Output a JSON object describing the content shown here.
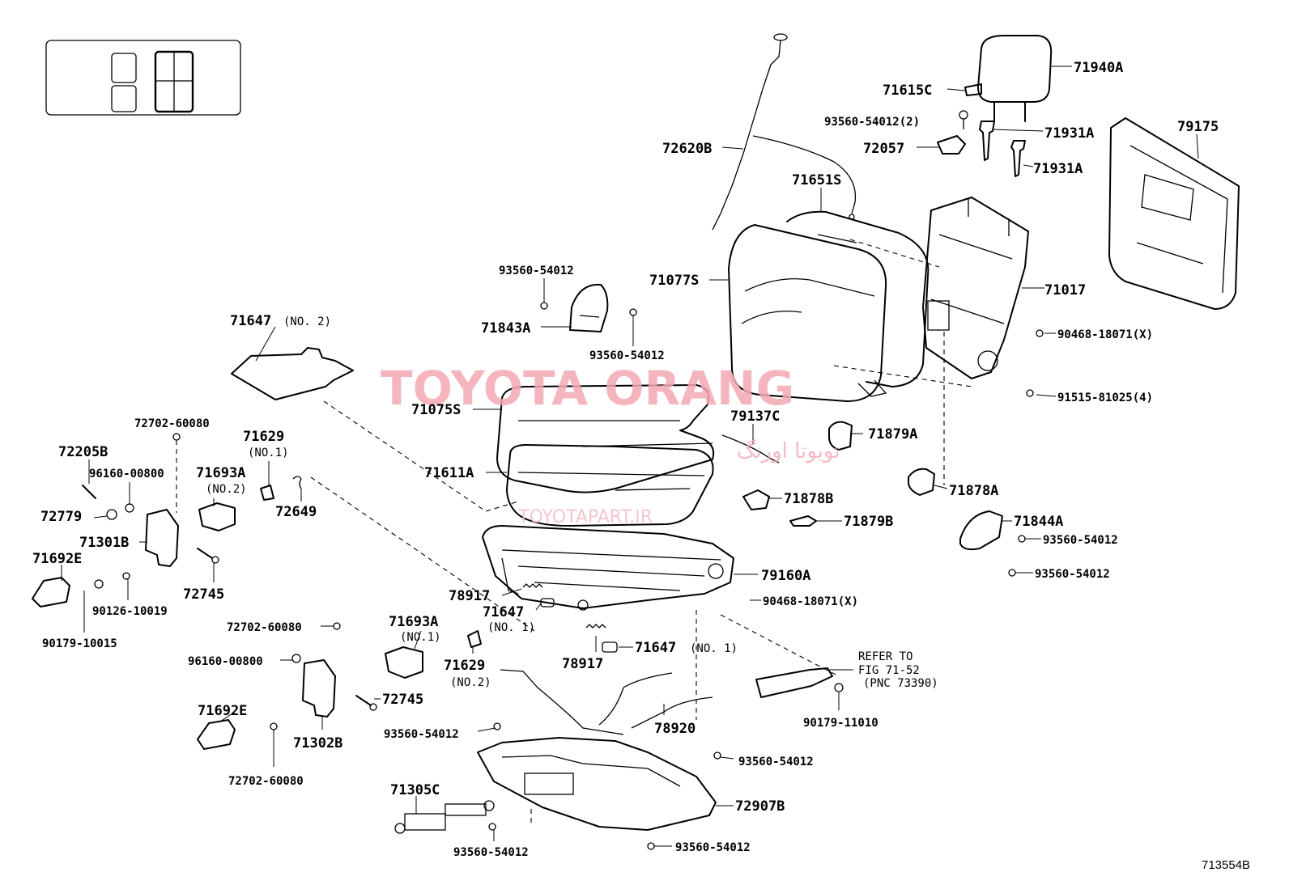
{
  "watermark": {
    "brand": "TOYOTA ORANG",
    "arabic": "تویوتا اورنگ",
    "site": "TOYOTAPART.IR"
  },
  "diagram_code": "713554B",
  "refer_note": {
    "line1": "REFER TO",
    "line2": "FIG 71-52",
    "line3": "(PNC 73390)"
  },
  "labels": {
    "p71940A": "71940A",
    "p71615C": "71615C",
    "p93560_2": "93560-54012(2)",
    "p71931A_1": "71931A",
    "p72057": "72057",
    "p71931A_2": "71931A",
    "p79175": "79175",
    "p72620B": "72620B",
    "p71651S": "71651S",
    "p71077S": "71077S",
    "p71017": "71017",
    "p90468_1": "90468-18071(X)",
    "p91515": "91515-81025(4)",
    "p93560_a": "93560-54012",
    "p71843A": "71843A",
    "p93560_b": "93560-54012",
    "p71647_no2": "71647",
    "p71647_no2_sfx": "(NO. 2)",
    "p71075S": "71075S",
    "p79137C": "79137C",
    "p71879A": "71879A",
    "p71611A": "71611A",
    "p71878A": "71878A",
    "p71878B": "71878B",
    "p71879B": "71879B",
    "p71844A": "71844A",
    "p93560_c": "93560-54012",
    "p93560_d": "93560-54012",
    "p79160A": "79160A",
    "p90468_2": "90468-18071(X)",
    "p72702_a": "72702-60080",
    "p72205B": "72205B",
    "p96160_a": "96160-00800",
    "p71629_a": "71629",
    "p71629_a_sfx": "(NO.1)",
    "p71693A_a": "71693A",
    "p71693A_a_sfx": "(NO.2)",
    "p72649": "72649",
    "p72779": "72779",
    "p71301B": "71301B",
    "p71692E_a": "71692E",
    "p72745_a": "72745",
    "p90126": "90126-10019",
    "p90179_a": "90179-10015",
    "p78917_a": "78917",
    "p71647_no1_a": "71647",
    "p71647_no1_a_sfx": "(NO. 1)",
    "p71693A_b": "71693A",
    "p71693A_b_sfx": "(NO.1)",
    "p72702_b": "72702-60080",
    "p96160_b": "96160-00800",
    "p71629_b": "71629",
    "p71629_b_sfx": "(NO.2)",
    "p78917_b": "78917",
    "p71647_no1_b": "71647",
    "p71647_no1_b_sfx": "(NO. 1)",
    "p72745_b": "72745",
    "p71692E_b": "71692E",
    "p71302B": "71302B",
    "p72702_c": "72702-60080",
    "p78920": "78920",
    "p90179_b": "90179-11010",
    "p93560_e": "93560-54012",
    "p93560_f": "93560-54012",
    "p71305C": "71305C",
    "p72907B": "72907B",
    "p93560_g": "93560-54012",
    "p93560_h": "93560-54012"
  }
}
